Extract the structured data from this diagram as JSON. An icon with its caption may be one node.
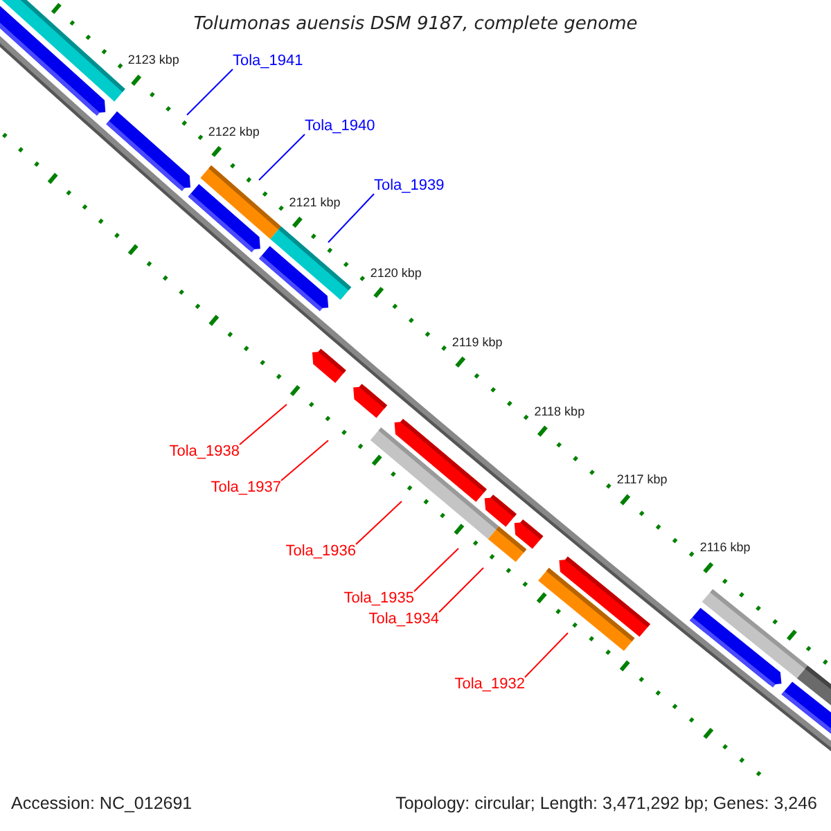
{
  "diagram": {
    "title": "Tolumonas auensis DSM 9187, complete genome",
    "nodes": [
      {
        "text": [
          "Tola_1941"
        ]
      },
      {
        "text": [
          "Tola_1940"
        ]
      },
      {
        "text": [
          "Tola_1939"
        ]
      },
      {
        "text": [
          "Tola_1938"
        ]
      },
      {
        "text": [
          "Tola_1937"
        ]
      },
      {
        "text": [
          "Tola_1936"
        ]
      },
      {
        "text": [
          "Tola_1935"
        ]
      },
      {
        "text": [
          "Tola_1934"
        ]
      },
      {
        "text": [
          "Tola_1932"
        ]
      }
    ],
    "edges": [
      {
        "from": 0,
        "to": null,
        "arrow": "none",
        "color": "#0000ff"
      },
      {
        "from": 1,
        "to": null,
        "arrow": "none",
        "color": "#0000ff"
      },
      {
        "from": 2,
        "to": null,
        "arrow": "none",
        "color": "#0000ff"
      },
      {
        "from": 3,
        "to": null,
        "arrow": "none"
      },
      {
        "from": 4,
        "to": null,
        "arrow": "none"
      },
      {
        "from": 5,
        "to": null,
        "arrow": "none"
      },
      {
        "from": 6,
        "to": null,
        "arrow": "none"
      },
      {
        "from": 7,
        "to": null,
        "arrow": "none"
      },
      {
        "from": 8,
        "to": null,
        "arrow": "none"
      }
    ],
    "labels": [
      "2123 kbp",
      "2122 kbp",
      "2121 kbp",
      "2120 kbp",
      "2119 kbp",
      "2118 kbp",
      "2117 kbp",
      "2116 kbp",
      "Accession: NC_012691",
      "Topology: circular; Length: 3,471,292 bp; Genes: 3,246"
    ]
  }
}
